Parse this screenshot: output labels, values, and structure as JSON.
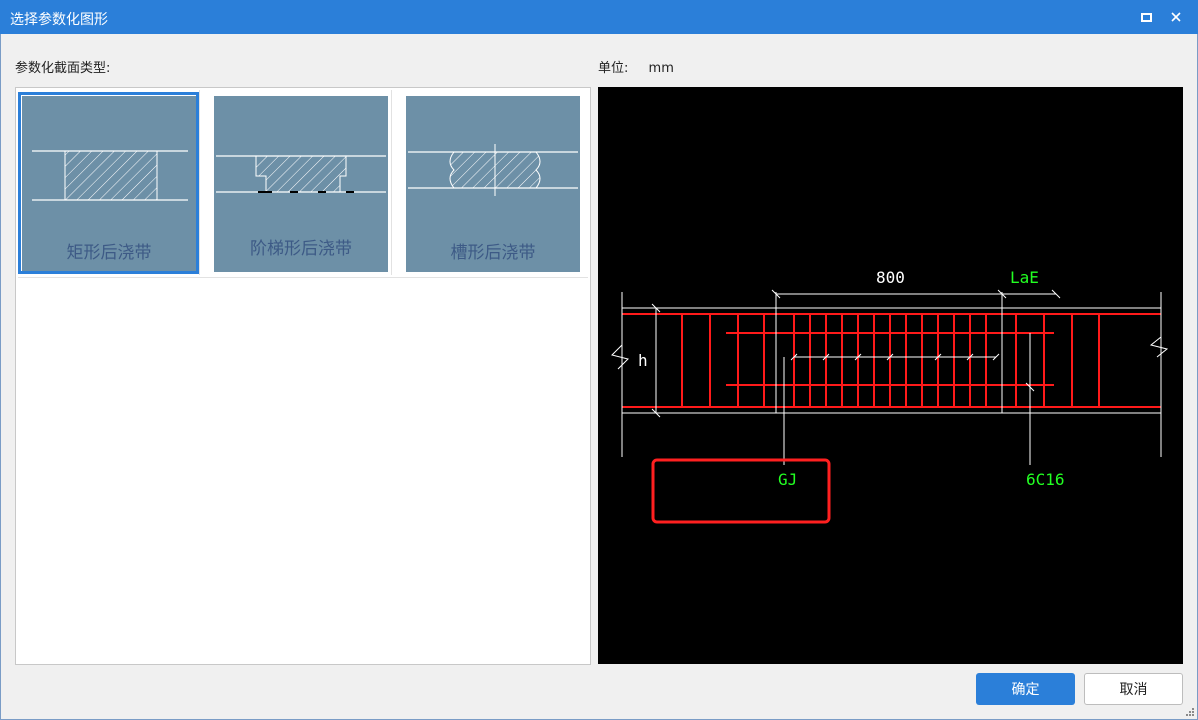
{
  "window": {
    "title": "选择参数化图形",
    "maximize_icon": "maximize-icon",
    "close_icon": "close-icon",
    "close_label": "×"
  },
  "left": {
    "section_label": "参数化截面类型:",
    "items": [
      {
        "label": "矩形后浇带",
        "selected": true
      },
      {
        "label": "阶梯形后浇带",
        "selected": false
      },
      {
        "label": "槽形后浇带",
        "selected": false
      }
    ]
  },
  "right": {
    "unit_label": "单位:",
    "unit_value": "mm"
  },
  "drawing": {
    "dim_width": "800",
    "dim_lae": "LaE",
    "label_h": "h",
    "label_gj": "GJ",
    "label_rebar": "6C16",
    "colors": {
      "background": "#000000",
      "rebar": "#ff1a1a",
      "lines": "#ffffff",
      "text_param": "#22ff22",
      "highlight": "#ff2020"
    }
  },
  "buttons": {
    "ok": "确定",
    "cancel": "取消"
  },
  "colors": {
    "accent": "#2b7fd9",
    "thumb_bg": "#6d90a7",
    "caption": "#3d5a86"
  }
}
